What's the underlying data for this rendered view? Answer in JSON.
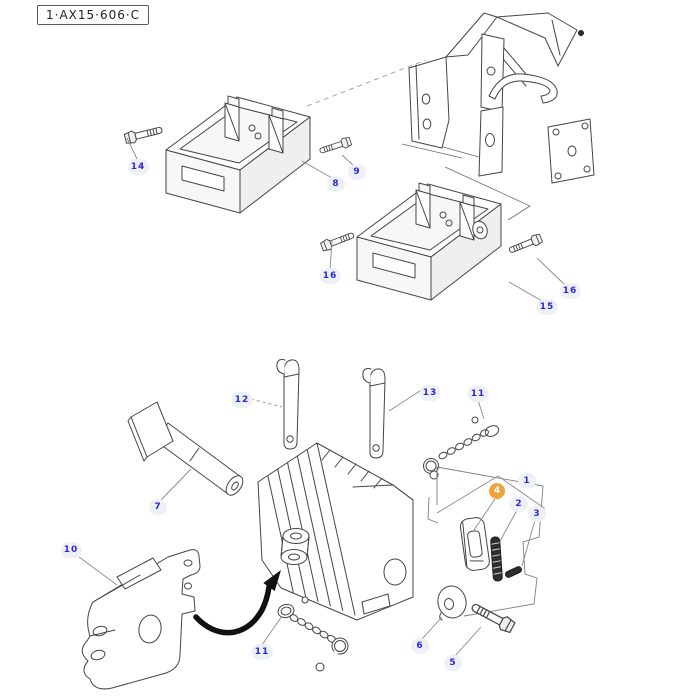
{
  "header": {
    "code": "1·AX15·606·C"
  },
  "colors": {
    "callout_text": "#2b29d6",
    "callout_bg": "#edf0f6",
    "highlight": "#f0a43c",
    "highlight_text": "#ffffff",
    "line": "#454545"
  },
  "callouts": [
    {
      "text": "14"
    },
    {
      "text": "8"
    },
    {
      "text": "9"
    },
    {
      "text": "16"
    },
    {
      "text": "15"
    },
    {
      "text": "16"
    },
    {
      "text": "12"
    },
    {
      "text": "13"
    },
    {
      "text": "11"
    },
    {
      "text": "1"
    },
    {
      "text": "2"
    },
    {
      "text": "3"
    },
    {
      "text": "4",
      "highlighted": true
    },
    {
      "text": "7"
    },
    {
      "text": "10"
    },
    {
      "text": "11"
    },
    {
      "text": "6"
    },
    {
      "text": "5"
    }
  ]
}
